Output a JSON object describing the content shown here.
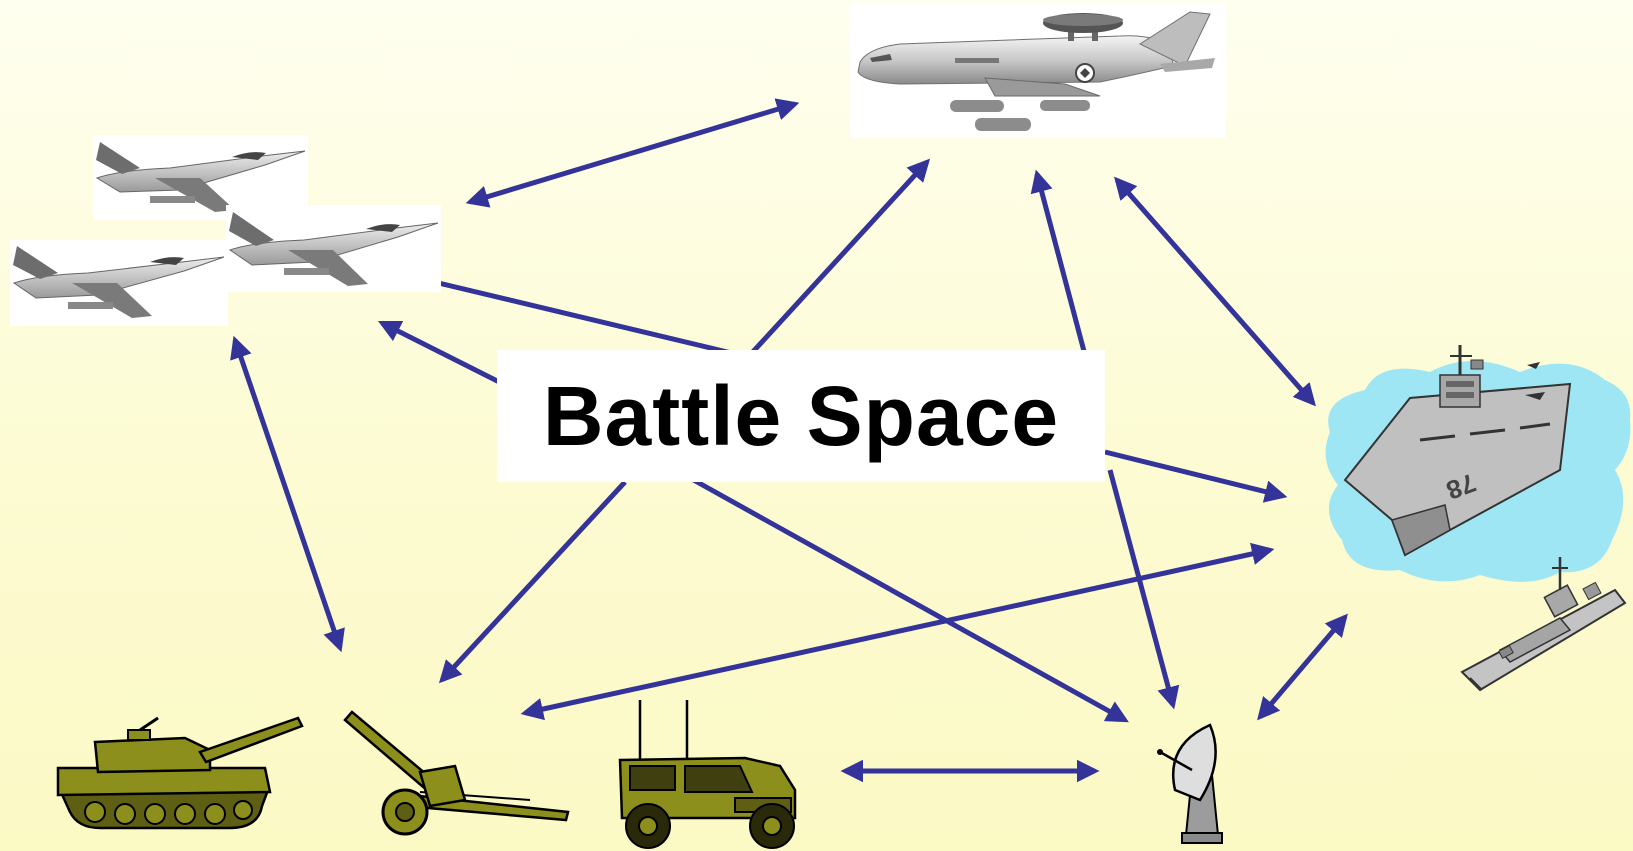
{
  "diagram": {
    "title": "Battle Space",
    "nodes": [
      {
        "id": "awacs",
        "icon": "awacs-aircraft-icon"
      },
      {
        "id": "fighters",
        "icon": "fighter-jets-icon"
      },
      {
        "id": "carrier",
        "icon": "aircraft-carrier-icon"
      },
      {
        "id": "destroyer",
        "icon": "destroyer-ship-icon"
      },
      {
        "id": "tank",
        "icon": "tank-icon"
      },
      {
        "id": "howitzer",
        "icon": "howitzer-icon"
      },
      {
        "id": "humvee",
        "icon": "humvee-icon"
      },
      {
        "id": "radar",
        "icon": "radar-dish-icon"
      }
    ],
    "connections": [
      {
        "from": "fighters",
        "to": "awacs"
      },
      {
        "from": "awacs",
        "to": "carrier"
      },
      {
        "from": "fighters",
        "to": "ground-forces"
      },
      {
        "from": "carrier",
        "to": "ground-forces"
      },
      {
        "from": "humvee",
        "to": "radar"
      },
      {
        "from": "radar",
        "to": "destroyer"
      },
      {
        "from": "battle-space",
        "to": "fighters"
      },
      {
        "from": "battle-space",
        "to": "awacs"
      },
      {
        "from": "battle-space",
        "to": "carrier"
      },
      {
        "from": "battle-space",
        "to": "radar"
      },
      {
        "from": "battle-space",
        "to": "ground-forces"
      }
    ]
  },
  "colors": {
    "arrow": "#333399",
    "background": "#fcfbd2",
    "water": "#9fe6f5",
    "olive": "#8d8f1c",
    "ship_gray": "#b9b9b9"
  }
}
